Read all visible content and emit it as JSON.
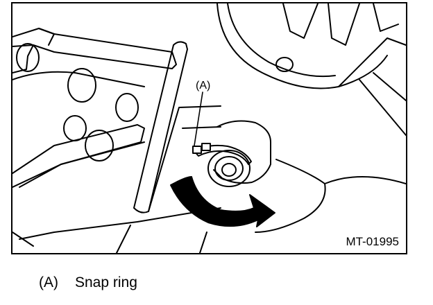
{
  "figure": {
    "callout_label": "(A)",
    "figure_id": "MT-01995"
  },
  "legend": {
    "key": "(A)",
    "text": "Snap ring"
  },
  "colors": {
    "line": "#000000",
    "background": "#ffffff"
  }
}
